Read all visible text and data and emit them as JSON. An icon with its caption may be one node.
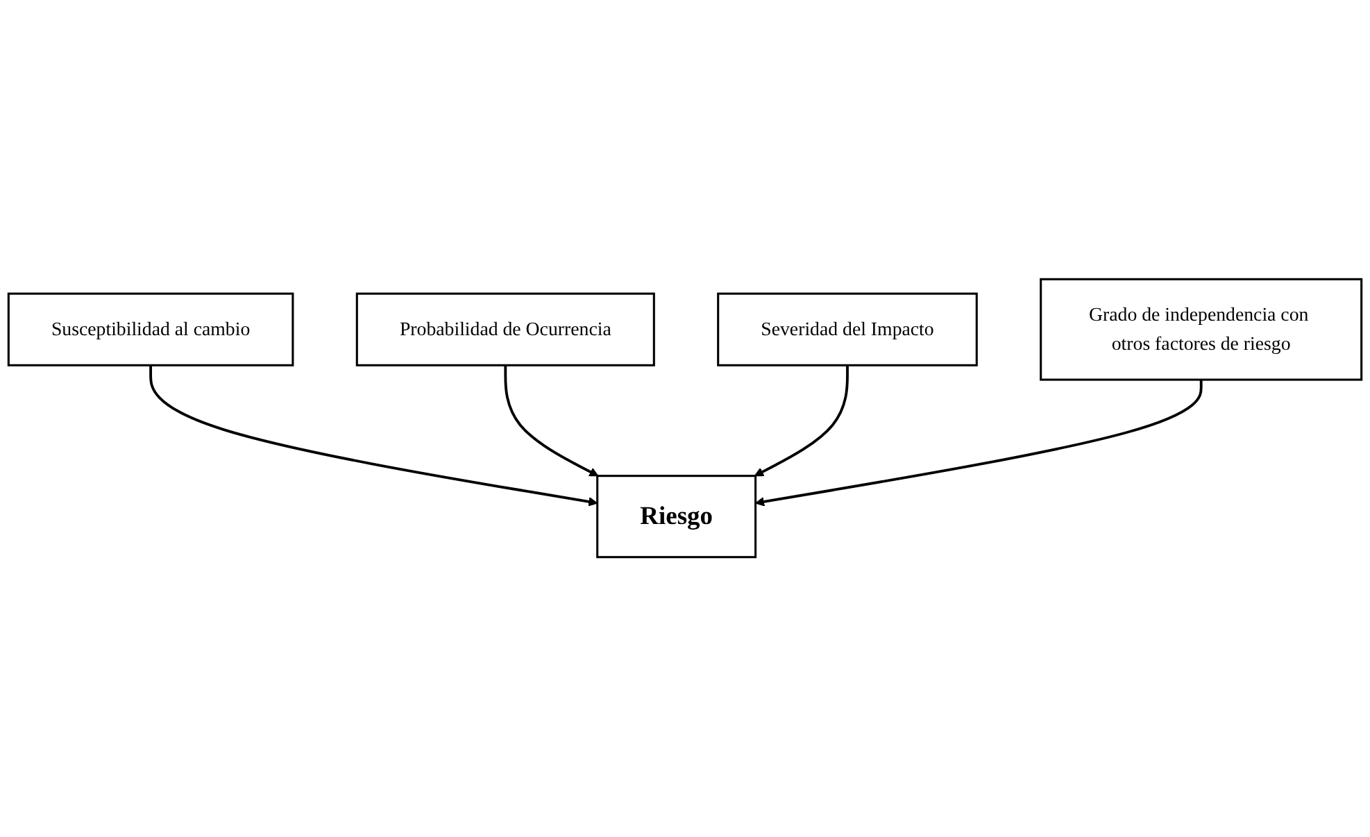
{
  "diagram": {
    "nodes": [
      {
        "text": [
          "Susceptibilidad al cambio"
        ]
      },
      {
        "text": [
          "Probabilidad de Ocurrencia"
        ]
      },
      {
        "text": [
          "Riesgo"
        ]
      },
      {
        "text": [
          "Severidad del Impacto"
        ]
      },
      {
        "text": [
          "Grado de independencia con otros factores de riesgo"
        ]
      }
    ],
    "edges": [
      {
        "from": 0,
        "to": 2,
        "arrow": "to"
      },
      {
        "from": 1,
        "to": 2,
        "arrow": "to"
      },
      {
        "from": 3,
        "to": 2,
        "arrow": "to"
      },
      {
        "from": 4,
        "to": 2,
        "arrow": "to"
      }
    ]
  }
}
